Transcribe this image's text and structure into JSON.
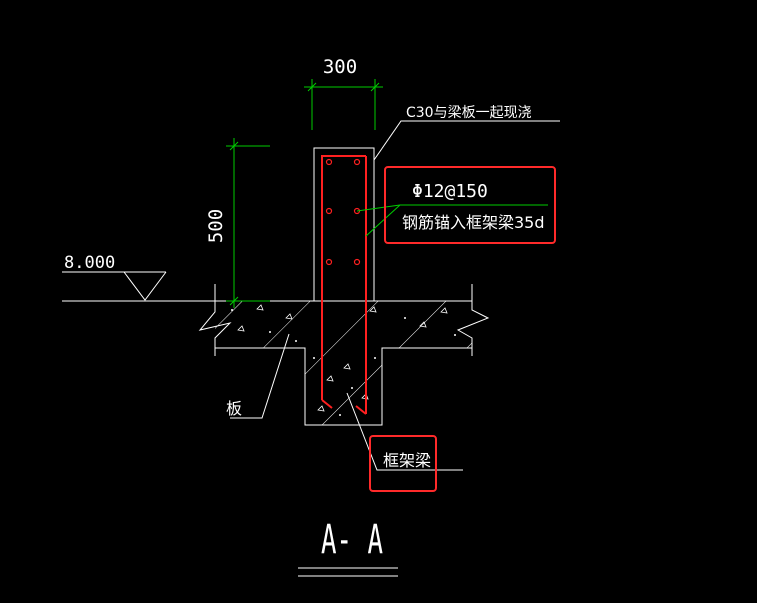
{
  "drawing": {
    "width_dim": "300",
    "height_dim": "500",
    "elevation": "8.000",
    "concrete_note": "C30与梁板一起现浇",
    "rebar_spec": "Φ12@150",
    "anchorage_note": "钢筋锚入框架梁35d",
    "slab_label": "板",
    "beam_label": "框架梁",
    "section_title": "A- A"
  },
  "colors": {
    "background": "#000000",
    "outline": "#ffffff",
    "dimension": "#00cc00",
    "rebar": "#ff2020",
    "highlight": "#ff2a2a"
  }
}
